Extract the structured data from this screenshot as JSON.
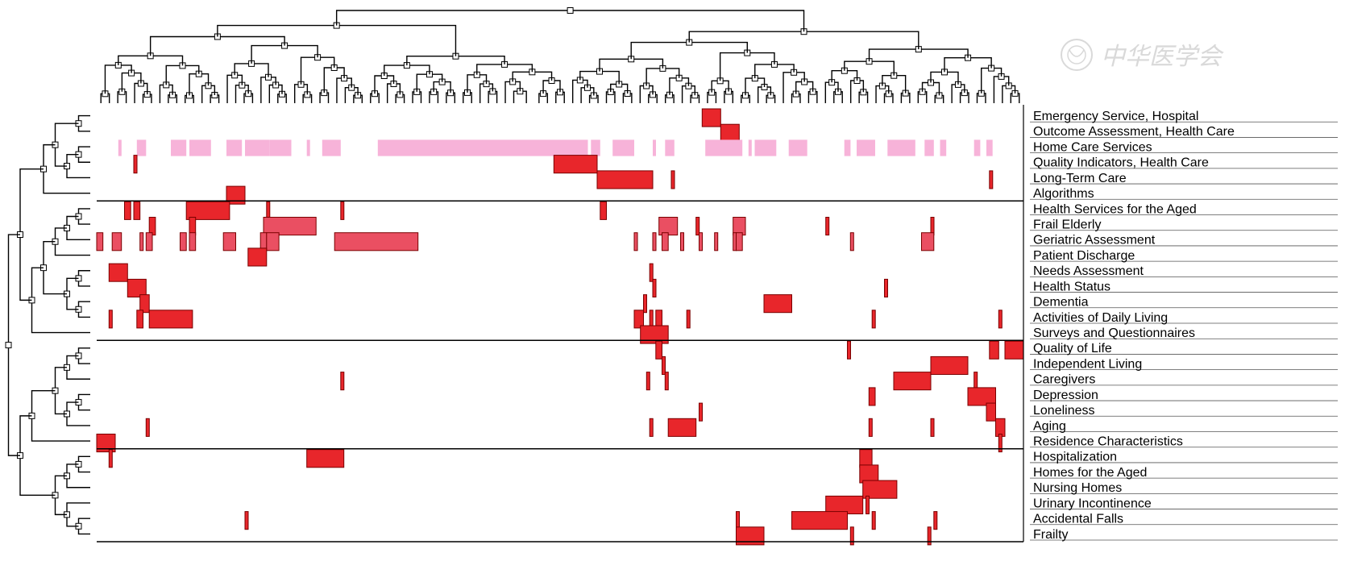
{
  "chart_data": {
    "type": "heatmap",
    "title": "",
    "xlabel": "",
    "ylabel": "",
    "watermark": "中华医学会",
    "colors": {
      "strong": "#e8262b",
      "medium": "#ea4f62",
      "light": "#f7b3d9",
      "border": "#7a0000",
      "grid": "#000000",
      "dendrogram": "#000000"
    },
    "n_columns": 300,
    "rows": [
      "Emergency Service, Hospital",
      "Outcome Assessment, Health Care",
      "Home Care Services",
      "Quality Indicators, Health Care",
      "Long-Term Care",
      "Algorithms",
      "Health Services for the Aged",
      "Frail Elderly",
      "Geriatric Assessment",
      "Patient Discharge",
      "Needs Assessment",
      "Health Status",
      "Dementia",
      "Activities of Daily Living",
      "Surveys and Questionnaires",
      "Quality of Life",
      "Independent Living",
      "Caregivers",
      "Depression",
      "Loneliness",
      "Aging",
      "Residence Characteristics",
      "Hospitalization",
      "Homes for the Aged",
      "Nursing Homes",
      "Urinary Incontinence",
      "Accidental Falls",
      "Frailty"
    ],
    "row_clusters": [
      {
        "cluster": 1,
        "first_row": 0,
        "last_row": 5
      },
      {
        "cluster": 2,
        "first_row": 6,
        "last_row": 14
      },
      {
        "cluster": 3,
        "first_row": 15,
        "last_row": 21
      },
      {
        "cluster": 4,
        "first_row": 22,
        "last_row": 27
      }
    ],
    "cells": [
      {
        "row": 0,
        "col_start": 196,
        "col_end": 202,
        "level": "strong"
      },
      {
        "row": 1,
        "col_start": 202,
        "col_end": 208,
        "level": "strong"
      },
      {
        "row": 2,
        "col_start": 7,
        "col_end": 8,
        "level": "light"
      },
      {
        "row": 2,
        "col_start": 13,
        "col_end": 16,
        "level": "light"
      },
      {
        "row": 2,
        "col_start": 24,
        "col_end": 29,
        "level": "light"
      },
      {
        "row": 2,
        "col_start": 30,
        "col_end": 31,
        "level": "light"
      },
      {
        "row": 2,
        "col_start": 31,
        "col_end": 37,
        "level": "light"
      },
      {
        "row": 2,
        "col_start": 42,
        "col_end": 47,
        "level": "light"
      },
      {
        "row": 2,
        "col_start": 48,
        "col_end": 56,
        "level": "light"
      },
      {
        "row": 2,
        "col_start": 56,
        "col_end": 63,
        "level": "light"
      },
      {
        "row": 2,
        "col_start": 68,
        "col_end": 69,
        "level": "light"
      },
      {
        "row": 2,
        "col_start": 73,
        "col_end": 79,
        "level": "light"
      },
      {
        "row": 2,
        "col_start": 91,
        "col_end": 159,
        "level": "light"
      },
      {
        "row": 2,
        "col_start": 160,
        "col_end": 163,
        "level": "light"
      },
      {
        "row": 2,
        "col_start": 167,
        "col_end": 174,
        "level": "light"
      },
      {
        "row": 2,
        "col_start": 180,
        "col_end": 181,
        "level": "light"
      },
      {
        "row": 2,
        "col_start": 184,
        "col_end": 187,
        "level": "light"
      },
      {
        "row": 2,
        "col_start": 197,
        "col_end": 209,
        "level": "light"
      },
      {
        "row": 2,
        "col_start": 211,
        "col_end": 212,
        "level": "light"
      },
      {
        "row": 2,
        "col_start": 213,
        "col_end": 220,
        "level": "light"
      },
      {
        "row": 2,
        "col_start": 224,
        "col_end": 230,
        "level": "light"
      },
      {
        "row": 2,
        "col_start": 242,
        "col_end": 244,
        "level": "light"
      },
      {
        "row": 2,
        "col_start": 246,
        "col_end": 252,
        "level": "light"
      },
      {
        "row": 2,
        "col_start": 256,
        "col_end": 265,
        "level": "light"
      },
      {
        "row": 2,
        "col_start": 268,
        "col_end": 271,
        "level": "light"
      },
      {
        "row": 2,
        "col_start": 273,
        "col_end": 275,
        "level": "light"
      },
      {
        "row": 2,
        "col_start": 284,
        "col_end": 286,
        "level": "light"
      },
      {
        "row": 2,
        "col_start": 288,
        "col_end": 290,
        "level": "light"
      },
      {
        "row": 3,
        "col_start": 12,
        "col_end": 13,
        "level": "strong"
      },
      {
        "row": 3,
        "col_start": 148,
        "col_end": 162,
        "level": "strong"
      },
      {
        "row": 4,
        "col_start": 162,
        "col_end": 180,
        "level": "strong"
      },
      {
        "row": 4,
        "col_start": 186,
        "col_end": 187,
        "level": "strong"
      },
      {
        "row": 4,
        "col_start": 289,
        "col_end": 290,
        "level": "strong"
      },
      {
        "row": 5,
        "col_start": 42,
        "col_end": 48,
        "level": "strong"
      },
      {
        "row": 6,
        "col_start": 9,
        "col_end": 11,
        "level": "strong"
      },
      {
        "row": 6,
        "col_start": 12,
        "col_end": 14,
        "level": "strong"
      },
      {
        "row": 6,
        "col_start": 29,
        "col_end": 43,
        "level": "strong"
      },
      {
        "row": 6,
        "col_start": 55,
        "col_end": 56,
        "level": "strong"
      },
      {
        "row": 6,
        "col_start": 79,
        "col_end": 80,
        "level": "strong"
      },
      {
        "row": 6,
        "col_start": 163,
        "col_end": 165,
        "level": "strong"
      },
      {
        "row": 7,
        "col_start": 17,
        "col_end": 19,
        "level": "strong"
      },
      {
        "row": 7,
        "col_start": 30,
        "col_end": 32,
        "level": "strong"
      },
      {
        "row": 7,
        "col_start": 54,
        "col_end": 71,
        "level": "medium"
      },
      {
        "row": 7,
        "col_start": 182,
        "col_end": 188,
        "level": "medium"
      },
      {
        "row": 7,
        "col_start": 194,
        "col_end": 195,
        "level": "strong"
      },
      {
        "row": 7,
        "col_start": 206,
        "col_end": 210,
        "level": "medium"
      },
      {
        "row": 7,
        "col_start": 236,
        "col_end": 237,
        "level": "strong"
      },
      {
        "row": 7,
        "col_start": 270,
        "col_end": 271,
        "level": "strong"
      },
      {
        "row": 8,
        "col_start": 0,
        "col_end": 2,
        "level": "medium"
      },
      {
        "row": 8,
        "col_start": 5,
        "col_end": 8,
        "level": "medium"
      },
      {
        "row": 8,
        "col_start": 14,
        "col_end": 15,
        "level": "medium"
      },
      {
        "row": 8,
        "col_start": 16,
        "col_end": 18,
        "level": "medium"
      },
      {
        "row": 8,
        "col_start": 27,
        "col_end": 29,
        "level": "medium"
      },
      {
        "row": 8,
        "col_start": 30,
        "col_end": 32,
        "level": "medium"
      },
      {
        "row": 8,
        "col_start": 41,
        "col_end": 45,
        "level": "medium"
      },
      {
        "row": 8,
        "col_start": 53,
        "col_end": 55,
        "level": "medium"
      },
      {
        "row": 8,
        "col_start": 55,
        "col_end": 59,
        "level": "medium"
      },
      {
        "row": 8,
        "col_start": 77,
        "col_end": 104,
        "level": "medium"
      },
      {
        "row": 8,
        "col_start": 174,
        "col_end": 175,
        "level": "medium"
      },
      {
        "row": 8,
        "col_start": 180,
        "col_end": 181,
        "level": "medium"
      },
      {
        "row": 8,
        "col_start": 183,
        "col_end": 185,
        "level": "medium"
      },
      {
        "row": 8,
        "col_start": 189,
        "col_end": 190,
        "level": "medium"
      },
      {
        "row": 8,
        "col_start": 195,
        "col_end": 196,
        "level": "medium"
      },
      {
        "row": 8,
        "col_start": 200,
        "col_end": 201,
        "level": "medium"
      },
      {
        "row": 8,
        "col_start": 206,
        "col_end": 207,
        "level": "medium"
      },
      {
        "row": 8,
        "col_start": 207,
        "col_end": 209,
        "level": "medium"
      },
      {
        "row": 8,
        "col_start": 244,
        "col_end": 245,
        "level": "medium"
      },
      {
        "row": 8,
        "col_start": 267,
        "col_end": 271,
        "level": "medium"
      },
      {
        "row": 9,
        "col_start": 49,
        "col_end": 55,
        "level": "strong"
      },
      {
        "row": 10,
        "col_start": 4,
        "col_end": 10,
        "level": "strong"
      },
      {
        "row": 10,
        "col_start": 179,
        "col_end": 180,
        "level": "strong"
      },
      {
        "row": 11,
        "col_start": 10,
        "col_end": 16,
        "level": "strong"
      },
      {
        "row": 11,
        "col_start": 180,
        "col_end": 181,
        "level": "strong"
      },
      {
        "row": 11,
        "col_start": 255,
        "col_end": 256,
        "level": "strong"
      },
      {
        "row": 12,
        "col_start": 14,
        "col_end": 17,
        "level": "strong"
      },
      {
        "row": 12,
        "col_start": 177,
        "col_end": 178,
        "level": "strong"
      },
      {
        "row": 12,
        "col_start": 216,
        "col_end": 225,
        "level": "strong"
      },
      {
        "row": 13,
        "col_start": 4,
        "col_end": 5,
        "level": "strong"
      },
      {
        "row": 13,
        "col_start": 13,
        "col_end": 15,
        "level": "strong"
      },
      {
        "row": 13,
        "col_start": 17,
        "col_end": 31,
        "level": "strong"
      },
      {
        "row": 13,
        "col_start": 174,
        "col_end": 177,
        "level": "strong"
      },
      {
        "row": 13,
        "col_start": 179,
        "col_end": 180,
        "level": "strong"
      },
      {
        "row": 13,
        "col_start": 181,
        "col_end": 183,
        "level": "strong"
      },
      {
        "row": 13,
        "col_start": 191,
        "col_end": 192,
        "level": "strong"
      },
      {
        "row": 13,
        "col_start": 251,
        "col_end": 252,
        "level": "strong"
      },
      {
        "row": 13,
        "col_start": 292,
        "col_end": 293,
        "level": "strong"
      },
      {
        "row": 14,
        "col_start": 176,
        "col_end": 185,
        "level": "strong"
      },
      {
        "row": 15,
        "col_start": 181,
        "col_end": 183,
        "level": "strong"
      },
      {
        "row": 15,
        "col_start": 243,
        "col_end": 244,
        "level": "strong"
      },
      {
        "row": 15,
        "col_start": 289,
        "col_end": 292,
        "level": "strong"
      },
      {
        "row": 15,
        "col_start": 294,
        "col_end": 300,
        "level": "strong"
      },
      {
        "row": 16,
        "col_start": 183,
        "col_end": 184,
        "level": "strong"
      },
      {
        "row": 16,
        "col_start": 270,
        "col_end": 282,
        "level": "strong"
      },
      {
        "row": 17,
        "col_start": 79,
        "col_end": 80,
        "level": "strong"
      },
      {
        "row": 17,
        "col_start": 178,
        "col_end": 179,
        "level": "strong"
      },
      {
        "row": 17,
        "col_start": 184,
        "col_end": 185,
        "level": "strong"
      },
      {
        "row": 17,
        "col_start": 258,
        "col_end": 270,
        "level": "strong"
      },
      {
        "row": 17,
        "col_start": 284,
        "col_end": 285,
        "level": "strong"
      },
      {
        "row": 18,
        "col_start": 250,
        "col_end": 252,
        "level": "strong"
      },
      {
        "row": 18,
        "col_start": 282,
        "col_end": 291,
        "level": "strong"
      },
      {
        "row": 19,
        "col_start": 195,
        "col_end": 196,
        "level": "strong"
      },
      {
        "row": 19,
        "col_start": 288,
        "col_end": 291,
        "level": "strong"
      },
      {
        "row": 20,
        "col_start": 16,
        "col_end": 17,
        "level": "strong"
      },
      {
        "row": 20,
        "col_start": 179,
        "col_end": 180,
        "level": "strong"
      },
      {
        "row": 20,
        "col_start": 185,
        "col_end": 194,
        "level": "strong"
      },
      {
        "row": 20,
        "col_start": 250,
        "col_end": 251,
        "level": "strong"
      },
      {
        "row": 20,
        "col_start": 270,
        "col_end": 271,
        "level": "strong"
      },
      {
        "row": 20,
        "col_start": 291,
        "col_end": 294,
        "level": "strong"
      },
      {
        "row": 21,
        "col_start": 0,
        "col_end": 6,
        "level": "strong"
      },
      {
        "row": 21,
        "col_start": 292,
        "col_end": 293,
        "level": "strong"
      },
      {
        "row": 22,
        "col_start": 4,
        "col_end": 5,
        "level": "strong"
      },
      {
        "row": 22,
        "col_start": 68,
        "col_end": 80,
        "level": "strong"
      },
      {
        "row": 22,
        "col_start": 247,
        "col_end": 251,
        "level": "strong"
      },
      {
        "row": 23,
        "col_start": 247,
        "col_end": 253,
        "level": "strong"
      },
      {
        "row": 24,
        "col_start": 248,
        "col_end": 259,
        "level": "strong"
      },
      {
        "row": 25,
        "col_start": 236,
        "col_end": 248,
        "level": "strong"
      },
      {
        "row": 25,
        "col_start": 249,
        "col_end": 250,
        "level": "strong"
      },
      {
        "row": 26,
        "col_start": 48,
        "col_end": 49,
        "level": "strong"
      },
      {
        "row": 26,
        "col_start": 207,
        "col_end": 208,
        "level": "strong"
      },
      {
        "row": 26,
        "col_start": 225,
        "col_end": 243,
        "level": "strong"
      },
      {
        "row": 26,
        "col_start": 251,
        "col_end": 252,
        "level": "strong"
      },
      {
        "row": 26,
        "col_start": 271,
        "col_end": 272,
        "level": "strong"
      },
      {
        "row": 27,
        "col_start": 207,
        "col_end": 216,
        "level": "strong"
      },
      {
        "row": 27,
        "col_start": 244,
        "col_end": 245,
        "level": "strong"
      },
      {
        "row": 27,
        "col_start": 269,
        "col_end": 270,
        "level": "strong"
      }
    ]
  }
}
